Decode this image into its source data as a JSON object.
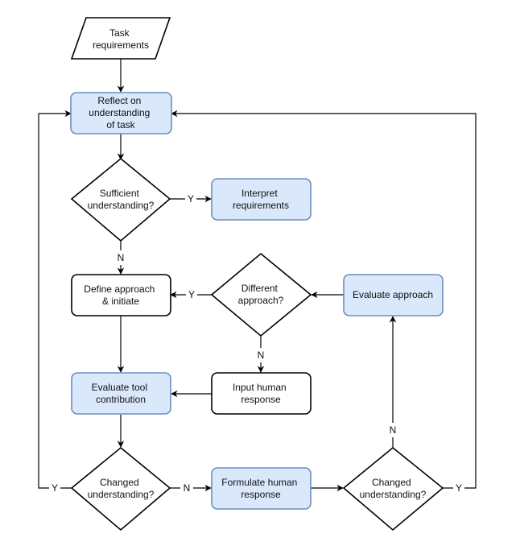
{
  "colors": {
    "blue_fill": "#dae8fc",
    "blue_stroke": "#6c8ebf",
    "line": "#000000"
  },
  "nodes": {
    "task_requirements": [
      "Task",
      "requirements"
    ],
    "reflect": [
      "Reflect on",
      "understanding",
      "of task"
    ],
    "sufficient": [
      "Sufficient",
      "understanding?"
    ],
    "interpret": [
      "Interpret",
      "requirements"
    ],
    "define": [
      "Define approach",
      "& initiate"
    ],
    "different": [
      "Different",
      "approach?"
    ],
    "evaluate_approach": [
      "Evaluate approach"
    ],
    "input_human": [
      "Input human",
      "response"
    ],
    "evaluate_tool": [
      "Evaluate tool",
      "contribution"
    ],
    "changed_left": [
      "Changed",
      "understanding?"
    ],
    "formulate": [
      "Formulate human",
      "response"
    ],
    "changed_right": [
      "Changed",
      "understanding?"
    ]
  },
  "edge_labels": {
    "sufficient_yes": "Y",
    "sufficient_no": "N",
    "different_yes": "Y",
    "different_no": "N",
    "changed_left_yes": "Y",
    "changed_left_no": "N",
    "changed_right_yes": "Y",
    "changed_right_no": "N"
  }
}
